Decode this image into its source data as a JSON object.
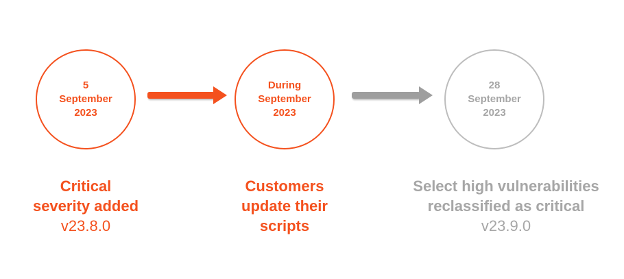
{
  "colors": {
    "accent": "#f4511e",
    "muted": "#a6a6a6",
    "muted_border": "#bdbdbd",
    "arrow_grey": "#9e9e9e"
  },
  "milestones": [
    {
      "date_lines": [
        "5",
        "September",
        "2023"
      ],
      "caption_lines": [
        "Critical",
        "severity added"
      ],
      "version": "v23.8.0"
    },
    {
      "date_lines": [
        "During",
        "September",
        "2023"
      ],
      "caption_lines": [
        "Customers",
        "update their",
        "scripts"
      ],
      "version": ""
    },
    {
      "date_lines": [
        "28",
        "September",
        "2023"
      ],
      "caption_lines": [
        "Select high vulnerabilities",
        "reclassified as critical"
      ],
      "version": "v23.9.0"
    }
  ]
}
